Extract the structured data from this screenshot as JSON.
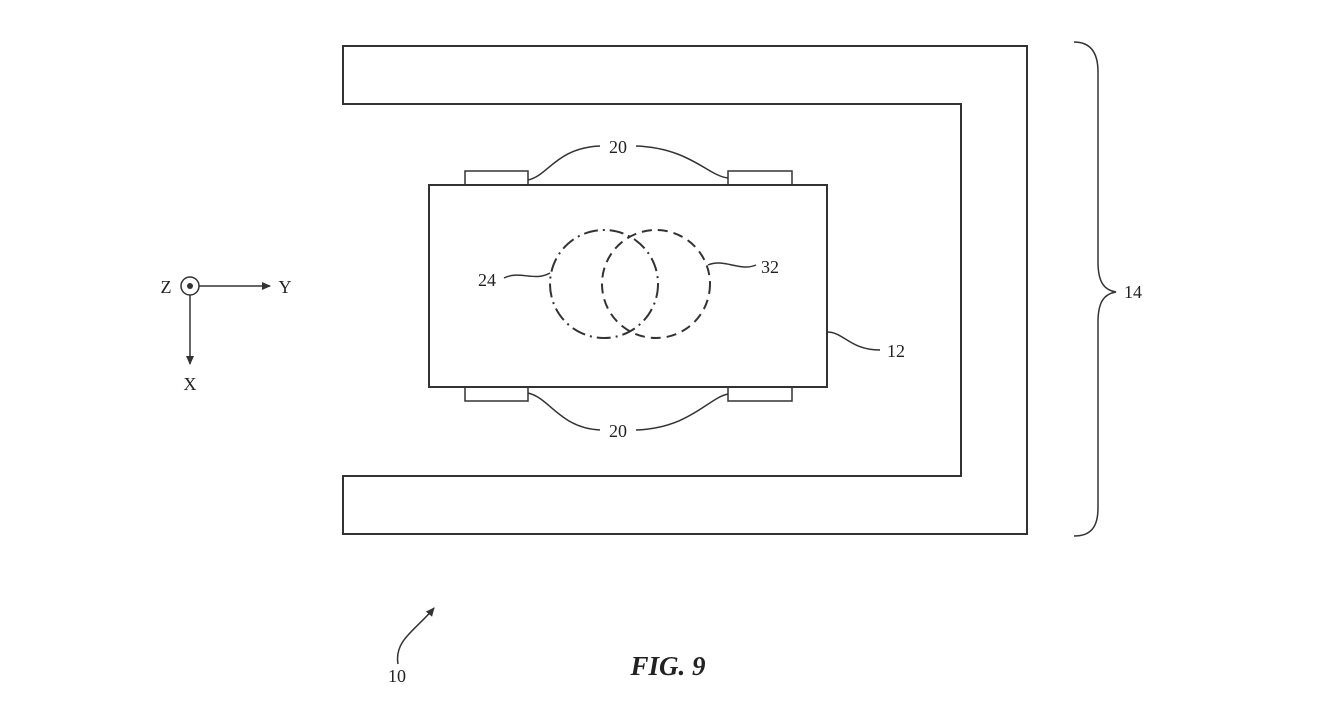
{
  "caption": "FIG. 9",
  "labels": {
    "sensors_top": "20",
    "sensors_bottom": "20",
    "circle_dash_dot": "24",
    "circle_dashed": "32",
    "body": "12",
    "bracket": "14",
    "overall": "10"
  },
  "axes": {
    "z": "Z",
    "y": "Y",
    "x": "X"
  }
}
